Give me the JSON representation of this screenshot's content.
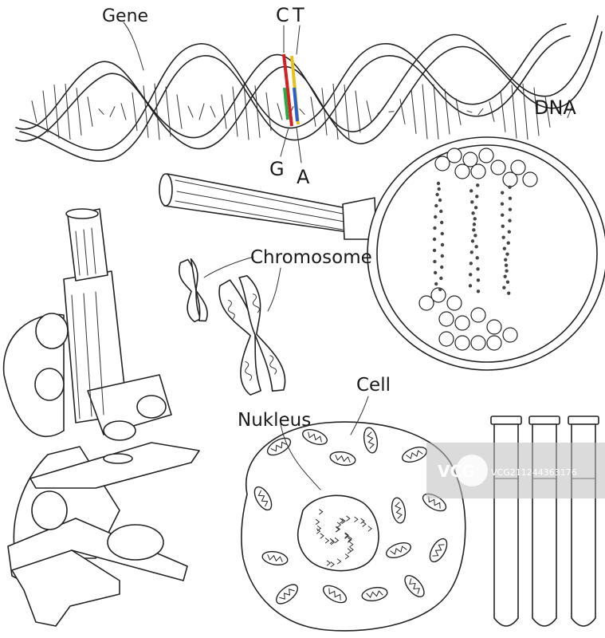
{
  "labels": {
    "gene": "Gene",
    "dna": "DNA",
    "base_c": "C",
    "base_t": "T",
    "base_g": "G",
    "base_a": "A",
    "chromosome": "Chromosome",
    "cell": "Cell",
    "nucleus": "Nukleus"
  },
  "watermark": {
    "brand": "VCG",
    "id": "VCG211244363176"
  },
  "colors": {
    "ink": "#222222",
    "base_red": "#d62020",
    "base_yellow": "#e8c21a",
    "base_blue": "#2a5fd0",
    "base_green": "#2fa84a"
  }
}
